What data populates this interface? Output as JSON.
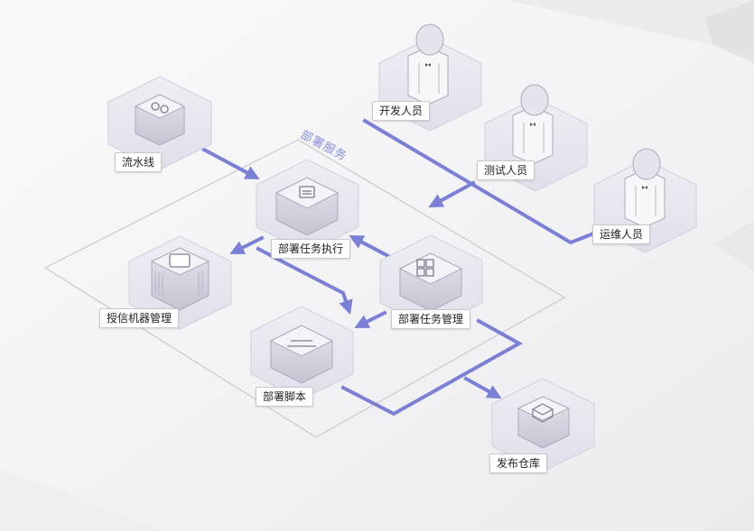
{
  "region": {
    "title": "部署服务"
  },
  "nodes": {
    "pipeline": {
      "label": "流水线",
      "icon": "pipeline-icon"
    },
    "deploy_exec": {
      "label": "部署任务执行",
      "icon": "task-execution-icon"
    },
    "machine_mgmt": {
      "label": "授信机器管理",
      "icon": "server-icon"
    },
    "task_mgmt": {
      "label": "部署任务管理",
      "icon": "grid-icon"
    },
    "script": {
      "label": "部署脚本",
      "icon": "script-icon"
    },
    "repo": {
      "label": "发布仓库",
      "icon": "package-icon"
    },
    "developer": {
      "label": "开发人员",
      "icon": "person-icon"
    },
    "tester": {
      "label": "测试人员",
      "icon": "person-icon"
    },
    "ops": {
      "label": "运维人员",
      "icon": "person-icon"
    }
  },
  "colors": {
    "connector": "#7b80d4",
    "box_top": "#f2f2f6",
    "box_side": "#dcdce6",
    "tile": "#e6e6ef",
    "region_border": "#c9c9d3"
  }
}
